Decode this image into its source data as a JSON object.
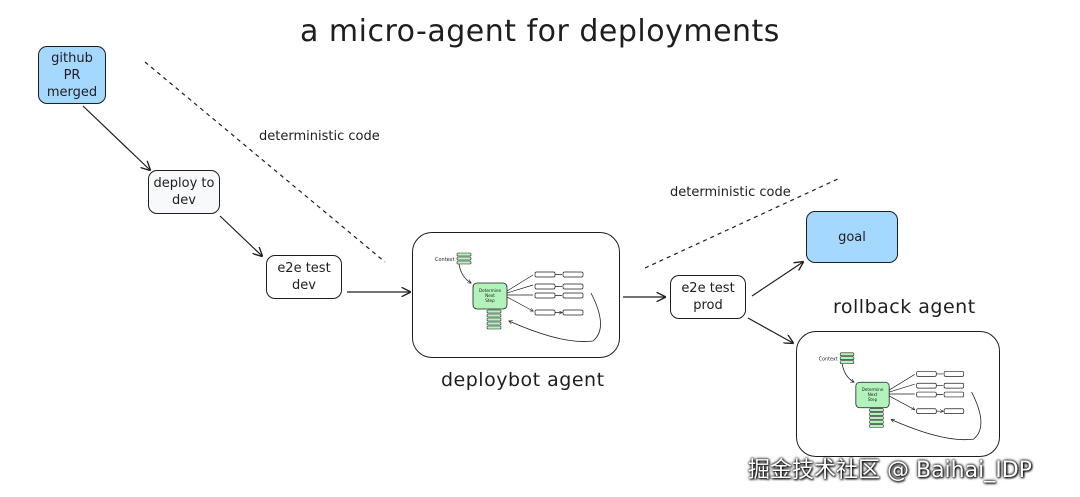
{
  "title": "a micro-agent for deployments",
  "nodes": {
    "github_pr": "github\nPR\nmerged",
    "deploy_dev": "deploy to\ndev",
    "e2e_dev": "e2e test\ndev",
    "e2e_prod": "e2e test\nprod",
    "goal": "goal"
  },
  "labels": {
    "deterministic_1": "deterministic code",
    "deterministic_2": "deterministic code",
    "deploybot": "deploybot agent",
    "rollback": "rollback agent"
  },
  "agent_detail": {
    "context": "Context",
    "determine": "Determine Next Step"
  },
  "colors": {
    "blue_fill": "#a5d8ff",
    "green_fill": "#b2f2bb",
    "stroke": "#1e1e1e"
  },
  "watermark": "掘金技术社区 @ Baihai_IDP"
}
